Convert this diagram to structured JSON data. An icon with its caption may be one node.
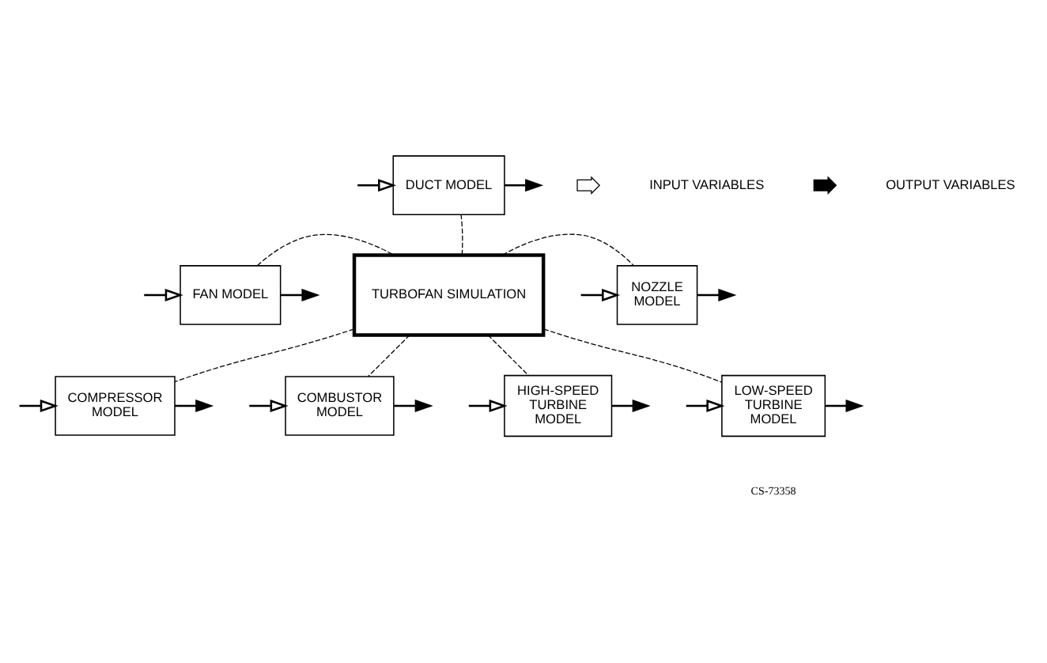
{
  "diagram": {
    "nodes": [
      {
        "text": [
          "DUCT MODEL"
        ]
      },
      {
        "text": [
          "FAN MODEL"
        ]
      },
      {
        "text": [
          "TURBOFAN SIMULATION"
        ]
      },
      {
        "text": [
          "NOZZLE MODEL"
        ]
      },
      {
        "text": [
          "COMPRESSOR MODEL"
        ]
      },
      {
        "text": [
          "COMBUSTOR MODEL"
        ]
      },
      {
        "text": [
          "HIGH-SPEED TURBINE MODEL"
        ]
      },
      {
        "text": [
          "LOW-SPEED TURBINE MODEL"
        ]
      }
    ],
    "edges": [
      {
        "from": 2,
        "to": 0,
        "arrow": "none",
        "style": "dashed"
      },
      {
        "from": 1,
        "to": 2,
        "arrow": "none",
        "style": "dashed"
      },
      {
        "from": 2,
        "to": 3,
        "arrow": "none",
        "style": "dashed"
      },
      {
        "from": 2,
        "to": 4,
        "arrow": "none",
        "style": "dashed"
      },
      {
        "from": 2,
        "to": 5,
        "arrow": "none",
        "style": "dashed"
      },
      {
        "from": 2,
        "to": 6,
        "arrow": "none",
        "style": "dashed"
      },
      {
        "from": 2,
        "to": 7,
        "arrow": "none",
        "style": "dashed"
      },
      {
        "from": 0,
        "to": null,
        "arrow": "to"
      },
      {
        "from": null,
        "to": 0,
        "arrow": "to"
      },
      {
        "from": 1,
        "to": null,
        "arrow": "to"
      },
      {
        "from": null,
        "to": 1,
        "arrow": "to"
      },
      {
        "from": 3,
        "to": null,
        "arrow": "to"
      },
      {
        "from": null,
        "to": 3,
        "arrow": "to"
      },
      {
        "from": null,
        "to": 4,
        "arrow": "to"
      },
      {
        "from": 4,
        "to": null,
        "arrow": "to"
      },
      {
        "from": 5,
        "to": null,
        "arrow": "to"
      },
      {
        "from": null,
        "to": 5,
        "arrow": "to"
      },
      {
        "from": 6,
        "to": null,
        "arrow": "to"
      },
      {
        "from": null,
        "to": 6,
        "arrow": "to"
      },
      {
        "from": 7,
        "to": null,
        "arrow": "to"
      },
      {
        "from": null,
        "to": 7,
        "arrow": "to"
      }
    ],
    "labels": [
      "CS-73358"
    ],
    "legend": [
      {
        "text": "INPUT VARIABLES"
      },
      {
        "text": "OUTPUT VARIABLES"
      }
    ]
  }
}
